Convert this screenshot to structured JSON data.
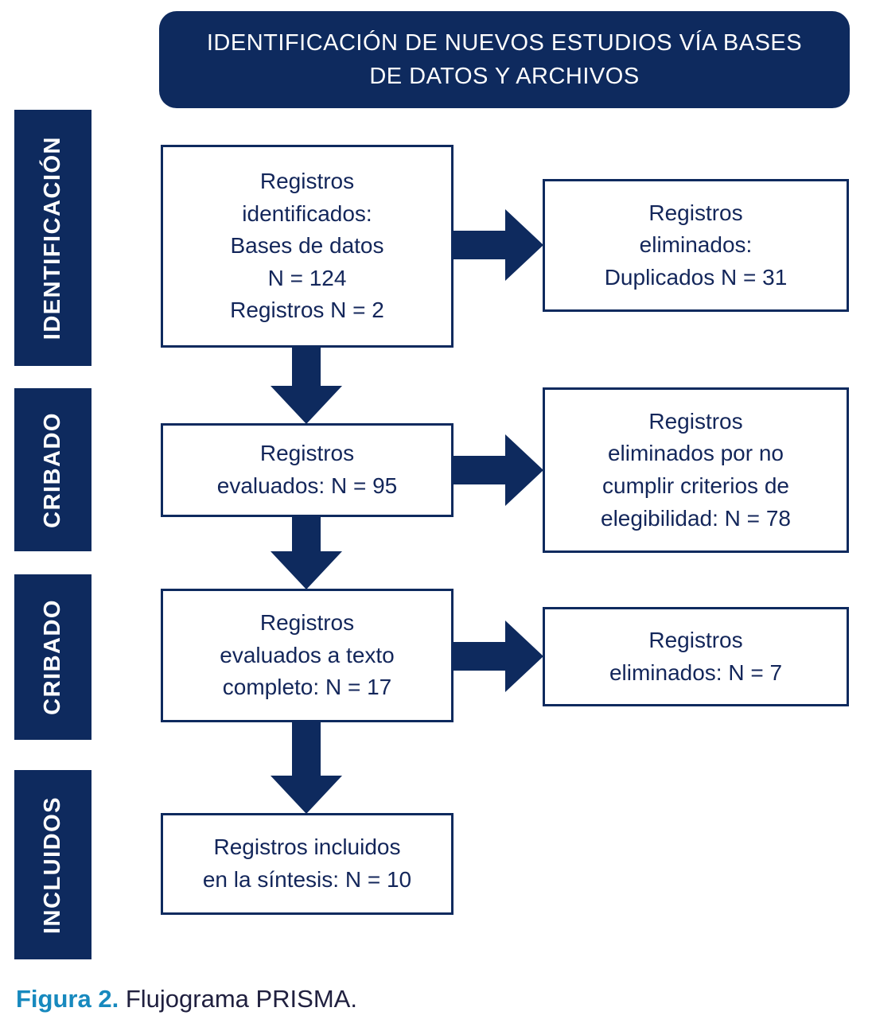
{
  "header": {
    "title": "IDENTIFICACIÓN DE NUEVOS ESTUDIOS VÍA BASES\nDE DATOS Y ARCHIVOS"
  },
  "stages": [
    {
      "label": "IDENTIFICACIÓN"
    },
    {
      "label": "CRIBADO"
    },
    {
      "label": "CRIBADO"
    },
    {
      "label": "INCLUIDOS"
    }
  ],
  "flow_boxes": [
    {
      "text": "Registros\nidentificados:\nBases de datos\nN = 124\nRegistros N = 2"
    },
    {
      "text": "Registros\nevaluados: N = 95"
    },
    {
      "text": "Registros\nevaluados a texto\ncompleto: N = 17"
    },
    {
      "text": "Registros incluidos\nen la síntesis: N = 10"
    }
  ],
  "side_boxes": [
    {
      "text": "Registros\neliminados:\nDuplicados N = 31"
    },
    {
      "text": "Registros\neliminados por no\ncumplir criterios de\nelegibilidad: N = 78"
    },
    {
      "text": "Registros\neliminados: N = 7"
    }
  ],
  "caption": {
    "label": "Figura 2.",
    "text": " Flujograma PRISMA."
  },
  "colors": {
    "navy": "#0e2a5e",
    "caption_accent": "#1789be",
    "box_text": "#13265a",
    "background": "#ffffff"
  }
}
